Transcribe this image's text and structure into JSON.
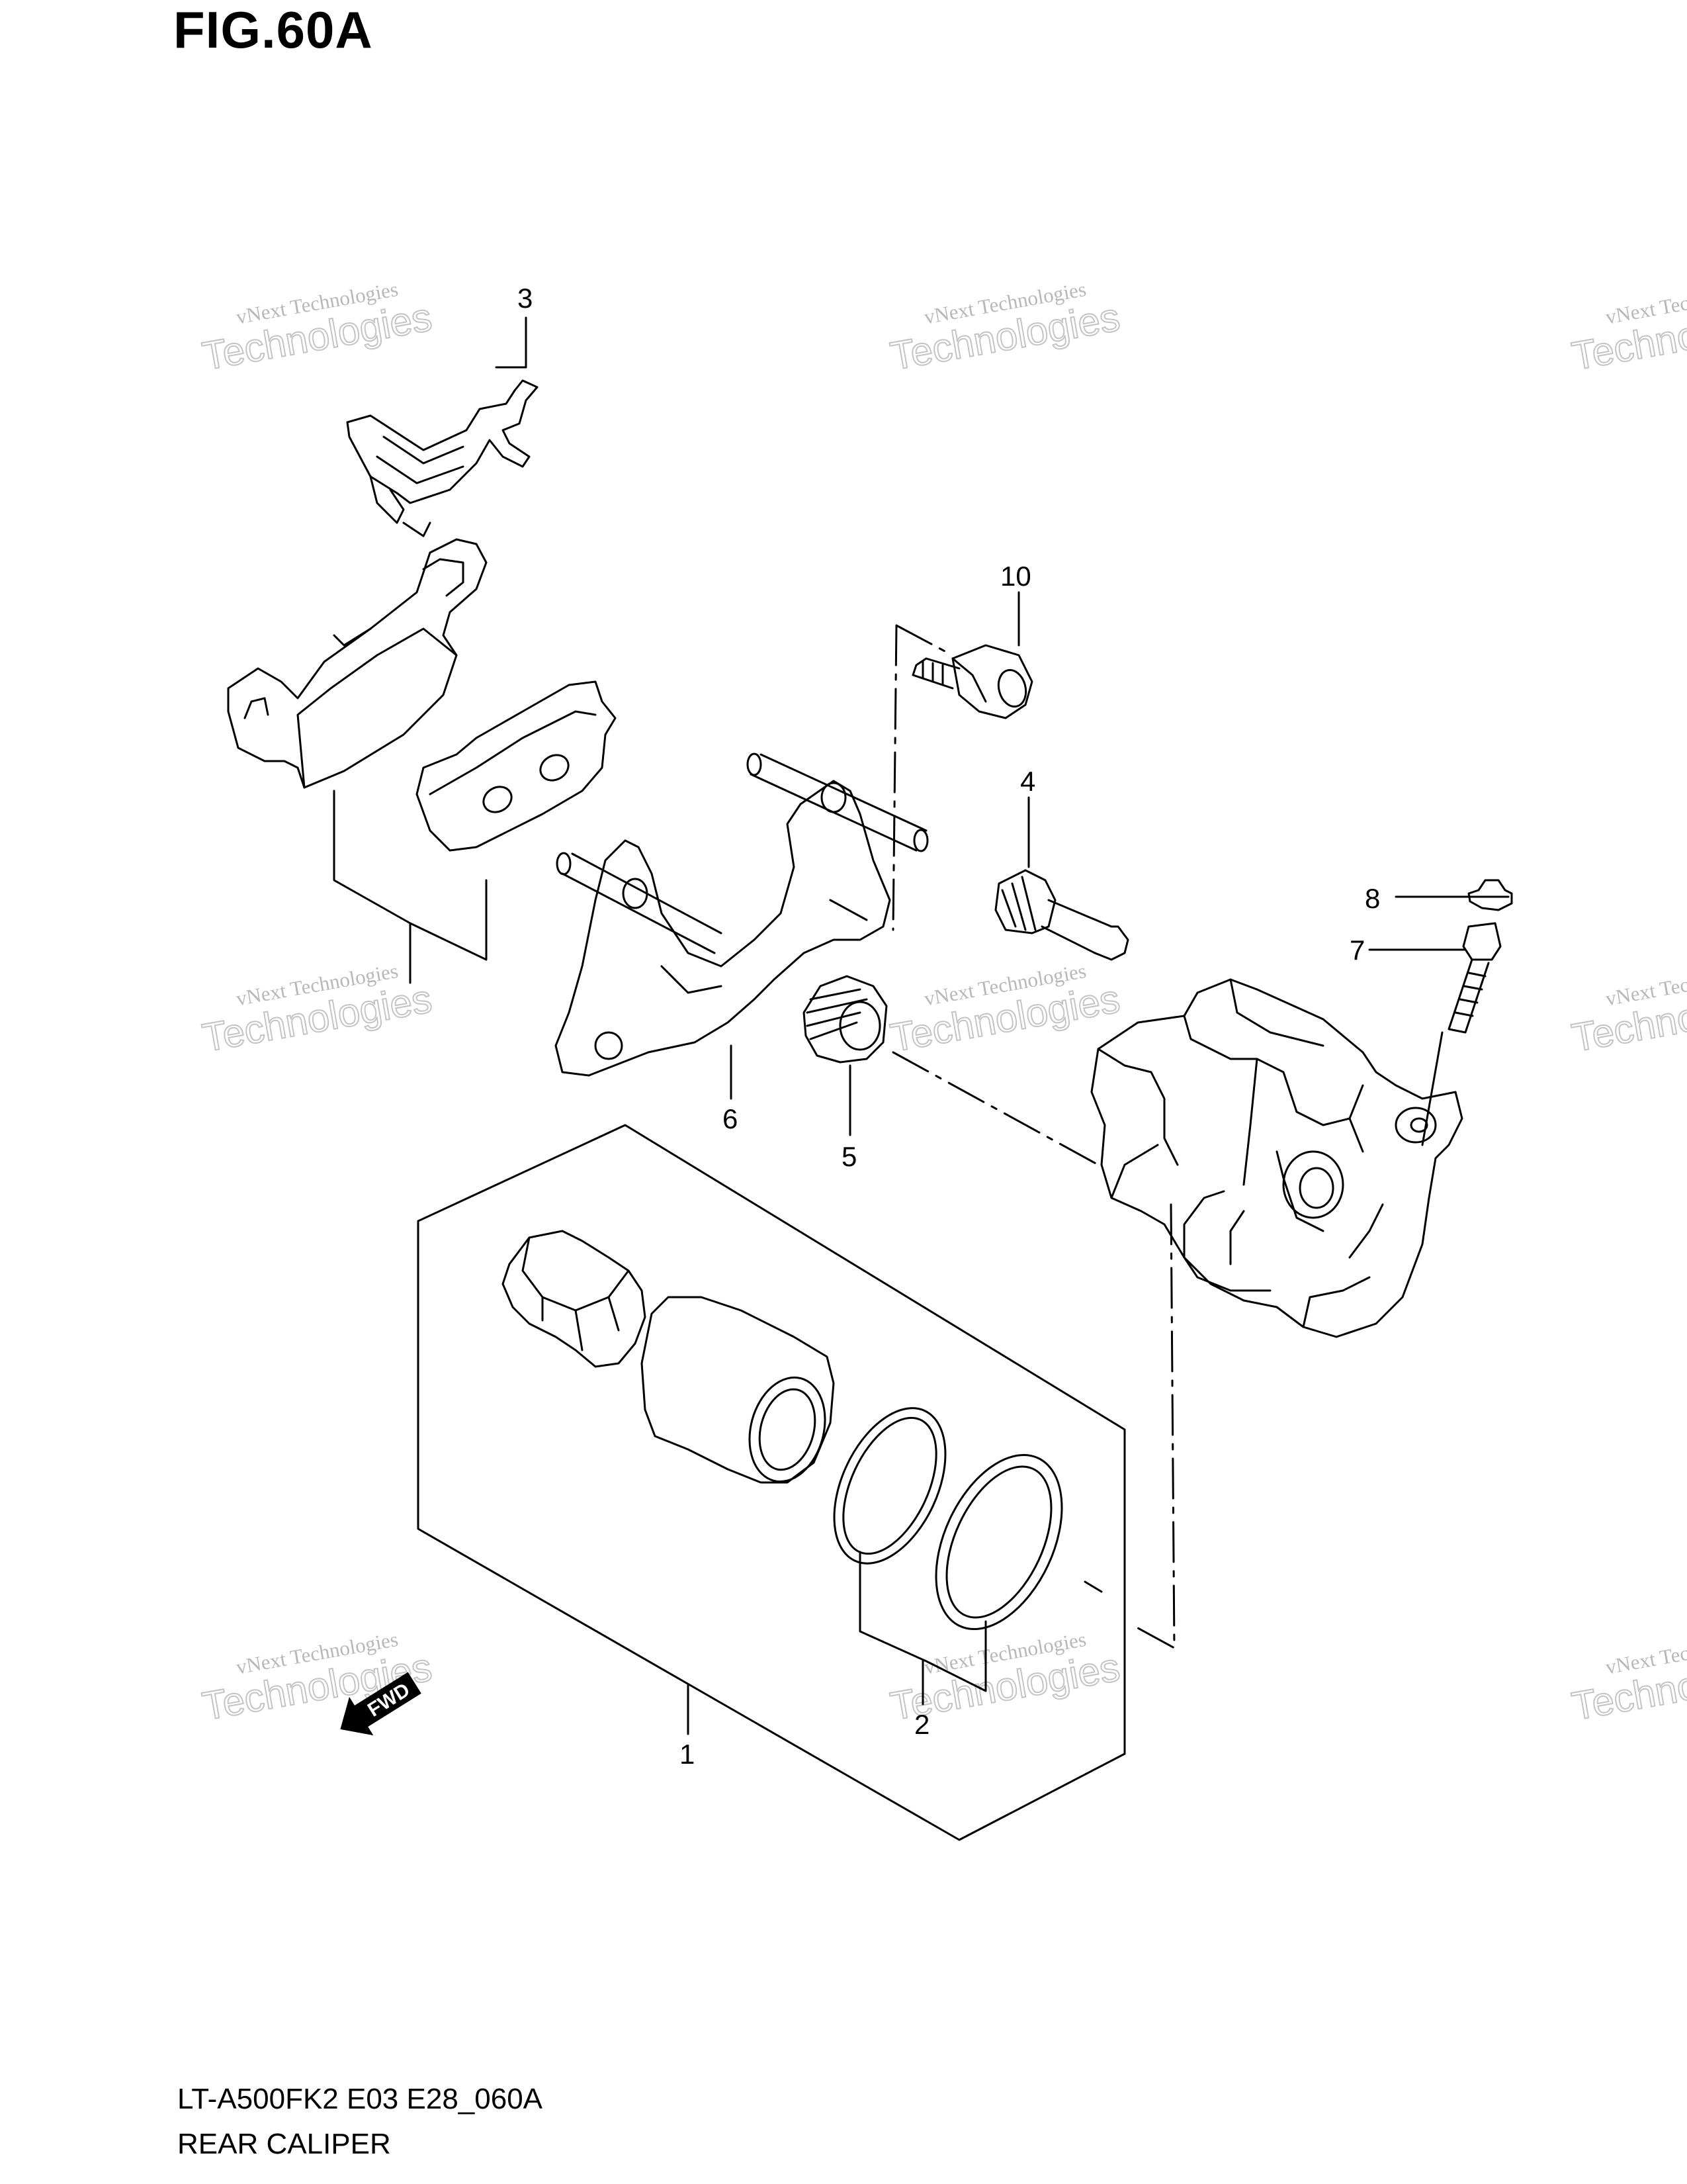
{
  "figure": {
    "title": "FIG.60A"
  },
  "callouts": [
    {
      "id": "c1",
      "label": "1"
    },
    {
      "id": "c2",
      "label": "2"
    },
    {
      "id": "c3",
      "label": "3"
    },
    {
      "id": "c4",
      "label": "4"
    },
    {
      "id": "c5",
      "label": "5"
    },
    {
      "id": "c6",
      "label": "6"
    },
    {
      "id": "c7",
      "label": "7"
    },
    {
      "id": "c8",
      "label": "8"
    },
    {
      "id": "c10",
      "label": "10"
    }
  ],
  "watermark": {
    "line1": "vNext Technologies",
    "line2": "Technologies"
  },
  "fwd_arrow": {
    "label": "FWD",
    "icon": "forward-arrow-icon"
  },
  "footer": {
    "code": "LT-A500FK2 E03 E28_060A",
    "name": "REAR CALIPER"
  }
}
